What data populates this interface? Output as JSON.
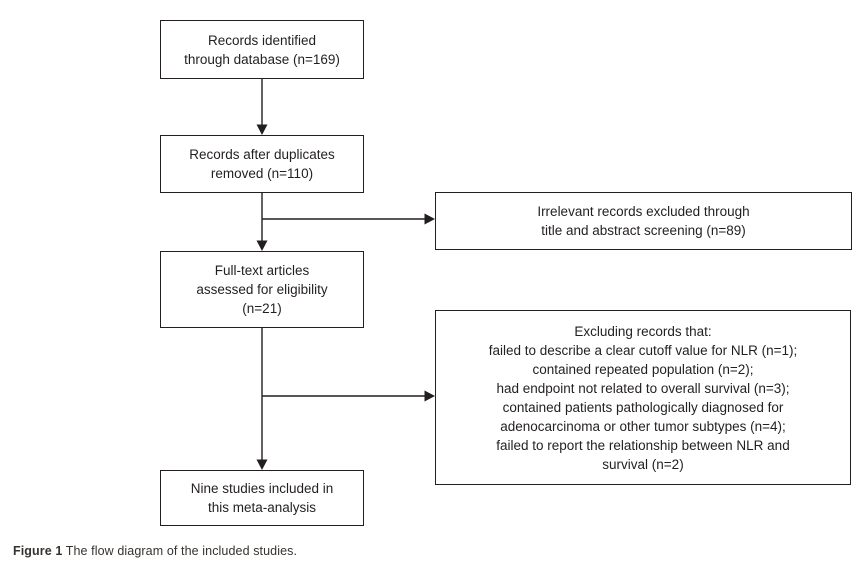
{
  "diagram": {
    "boxes": [
      {
        "name": "records-identified",
        "text": "Records identified\nthrough database (n=169)"
      },
      {
        "name": "records-after-duplicates",
        "text": "Records after duplicates\nremoved (n=110)"
      },
      {
        "name": "irrelevant-records-excluded",
        "text": "Irrelevant records excluded through\ntitle and abstract screening (n=89)"
      },
      {
        "name": "full-text-articles-assessed",
        "text": "Full-text articles\nassessed for eligibility\n(n=21)"
      },
      {
        "name": "excluding-records",
        "text": "Excluding records that:\nfailed to describe a clear cutoff value for NLR (n=1);\ncontained repeated population (n=2);\nhad endpoint not related to overall survival (n=3);\ncontained patients pathologically diagnosed for\nadenocarcinoma or other tumor subtypes (n=4);\nfailed to report the relationship between NLR and\nsurvival (n=2)"
      },
      {
        "name": "nine-studies-included",
        "text": "Nine studies included in\nthis meta-analysis"
      }
    ],
    "counts": {
      "records_identified": 169,
      "records_after_duplicates": 110,
      "irrelevant_excluded": 89,
      "full_text_assessed": 21,
      "excluded_no_cutoff": 1,
      "excluded_repeated_population": 2,
      "excluded_endpoint_not_os": 3,
      "excluded_pathology_subtype": 4,
      "excluded_no_nlr_survival_relation": 2,
      "studies_included_label": "Nine"
    },
    "caption": {
      "label": "Figure 1",
      "text": " The flow diagram of the included studies."
    },
    "colors": {
      "line": "#231f20",
      "border": "#231f20",
      "text": "#231f20",
      "background": "#ffffff"
    }
  }
}
